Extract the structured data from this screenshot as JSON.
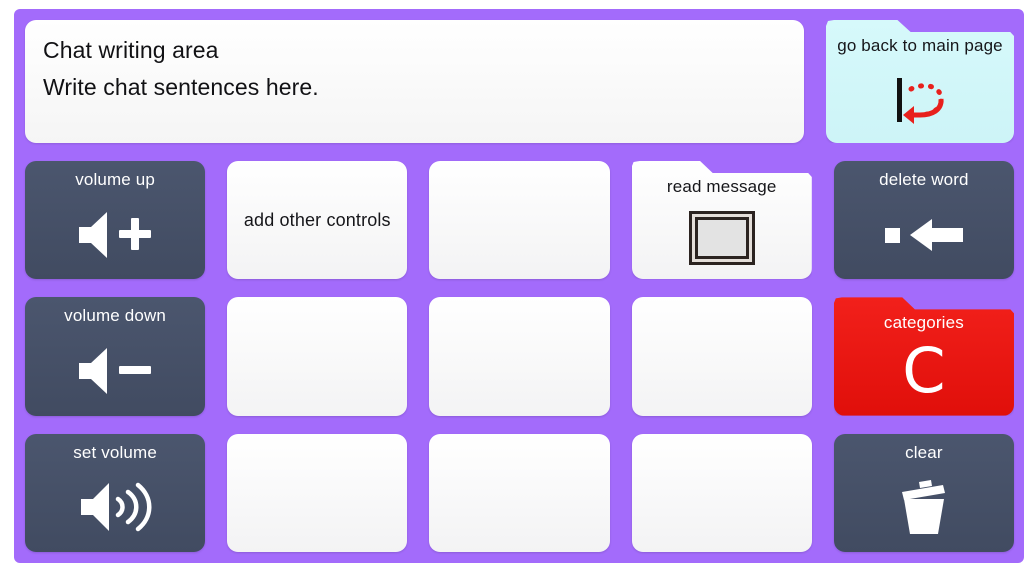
{
  "theme": {
    "page_background": "#ffffff",
    "board_background": "#a36bfb",
    "slate_button": "#4b566e",
    "red_button": "#ef1410",
    "cyan_button": "#d2f6f9",
    "white_button": "#fafafa",
    "text_light": "#ffffff",
    "text_dark": "#16161a",
    "arrow_red": "#e8201c"
  },
  "chat_area": {
    "name": "Chat writing area",
    "lines": [
      "Chat writing area",
      "Write chat sentences here."
    ]
  },
  "nav": {
    "back_label": "go back to main page",
    "back_icon": "back-arrow-icon"
  },
  "grid": {
    "columns": 5,
    "rows": 3,
    "cells": [
      {
        "id": "volume-up",
        "label": "volume up",
        "style": "slate",
        "icon": "speaker-plus-icon",
        "folder": false
      },
      {
        "id": "add-other-controls",
        "label": "add other controls",
        "style": "white",
        "icon": "",
        "folder": false,
        "text_only": true
      },
      {
        "id": "blank-r1c3",
        "label": "",
        "style": "blank",
        "icon": "",
        "folder": false
      },
      {
        "id": "read-message",
        "label": "read message",
        "style": "white",
        "icon": "picture-frame-icon",
        "folder": true
      },
      {
        "id": "delete-word",
        "label": "delete word",
        "style": "slate",
        "icon": "backspace-icon",
        "folder": false
      },
      {
        "id": "volume-down",
        "label": "volume down",
        "style": "slate",
        "icon": "speaker-minus-icon",
        "folder": false
      },
      {
        "id": "blank-r2c2",
        "label": "",
        "style": "blank",
        "icon": "",
        "folder": false
      },
      {
        "id": "blank-r2c3",
        "label": "",
        "style": "blank",
        "icon": "",
        "folder": false
      },
      {
        "id": "blank-r2c4",
        "label": "",
        "style": "blank",
        "icon": "",
        "folder": false
      },
      {
        "id": "categories",
        "label": "categories",
        "style": "red",
        "icon": "letter-c-icon",
        "folder": true
      },
      {
        "id": "set-volume",
        "label": "set volume",
        "style": "slate",
        "icon": "speaker-waves-icon",
        "folder": false
      },
      {
        "id": "blank-r3c2",
        "label": "",
        "style": "blank",
        "icon": "",
        "folder": false
      },
      {
        "id": "blank-r3c3",
        "label": "",
        "style": "blank",
        "icon": "",
        "folder": false
      },
      {
        "id": "blank-r3c4",
        "label": "",
        "style": "blank",
        "icon": "",
        "folder": false
      },
      {
        "id": "clear",
        "label": "clear",
        "style": "slate",
        "icon": "trash-can-icon",
        "folder": false
      }
    ]
  }
}
